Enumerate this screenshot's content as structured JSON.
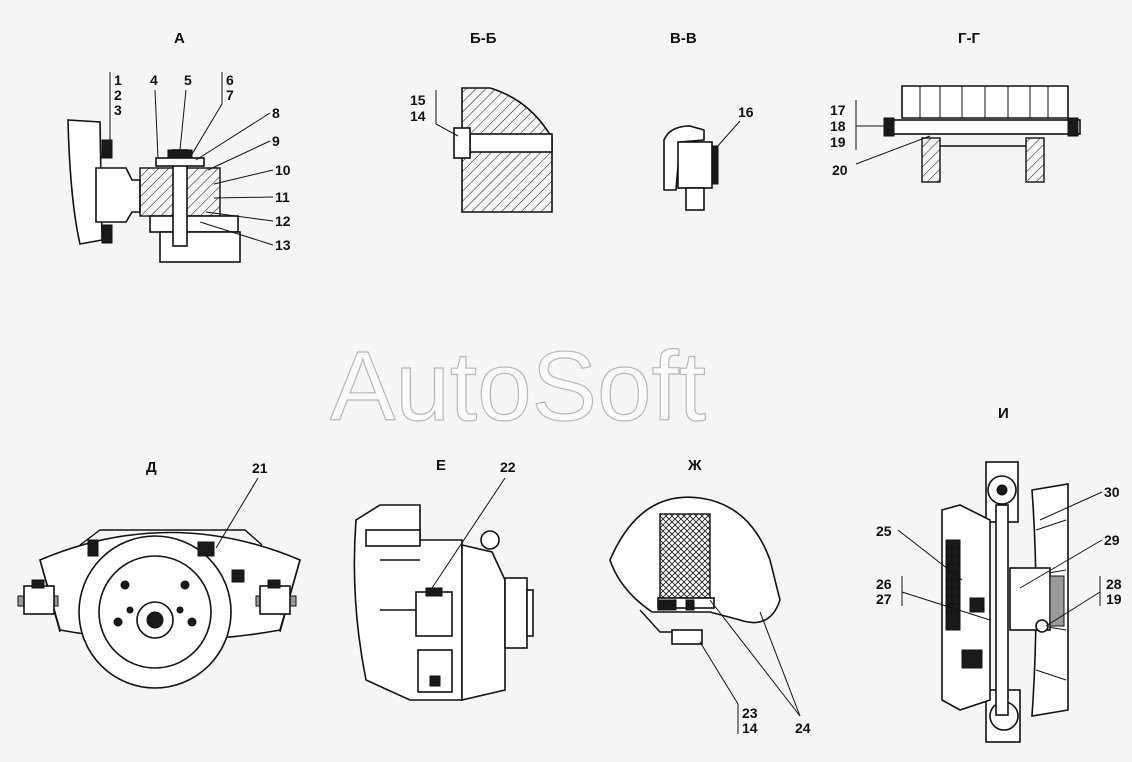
{
  "watermark": "AutoSoft",
  "views": {
    "a": {
      "title": "А",
      "labels": [
        "1",
        "2",
        "3",
        "4",
        "5",
        "6",
        "7",
        "8",
        "9",
        "10",
        "11",
        "12",
        "13"
      ]
    },
    "bb": {
      "title": "Б-Б",
      "labels": [
        "15",
        "14"
      ]
    },
    "vv": {
      "title": "В-В",
      "labels": [
        "16"
      ]
    },
    "gg": {
      "title": "Г-Г",
      "labels": [
        "17",
        "18",
        "19",
        "20"
      ]
    },
    "d": {
      "title": "Д",
      "labels": [
        "21"
      ]
    },
    "e": {
      "title": "Е",
      "labels": [
        "22"
      ]
    },
    "zh": {
      "title": "Ж",
      "labels": [
        "23",
        "14",
        "24"
      ]
    },
    "i": {
      "title": "И",
      "labels": [
        "30",
        "25",
        "29",
        "26",
        "27",
        "28",
        "19"
      ]
    }
  }
}
